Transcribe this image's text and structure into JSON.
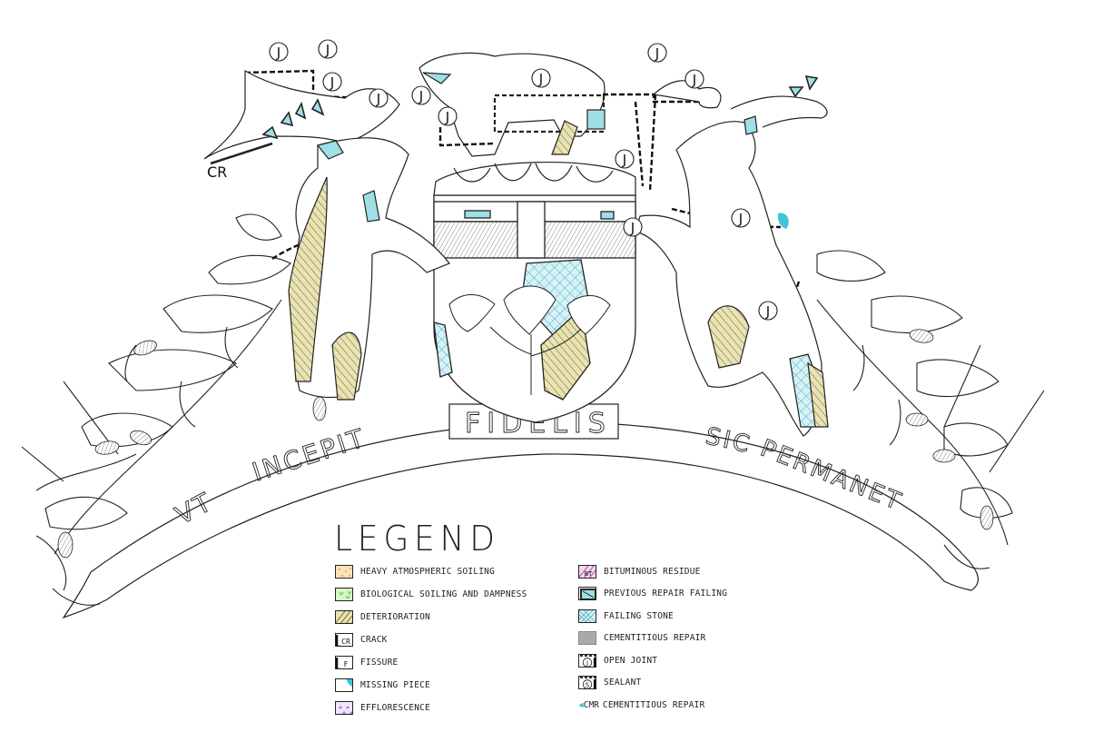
{
  "drawing": {
    "motto": [
      "VT",
      "INCEPIT",
      "FIDELIS",
      "SIC",
      "PERMANET"
    ],
    "annotation_cr": "CR",
    "joint_marker": "J"
  },
  "legend": {
    "title": "LEGEND",
    "left_column": [
      {
        "key": "heavy-atmospheric-soiling",
        "label": "HEAVY ATMOSPHERIC SOILING",
        "swatch": "dots",
        "fill": "#fbe3b8",
        "mark": "#e0a040"
      },
      {
        "key": "biological-soiling",
        "label": "BIOLOGICAL SOILING AND DAMPNESS",
        "swatch": "hearts",
        "fill": "#d8f5c8",
        "mark": "#5bbf3a"
      },
      {
        "key": "deterioration",
        "label": "DETERIORATION",
        "swatch": "hatch",
        "fill": "#e9e3b4",
        "mark": "#7a6a2a"
      },
      {
        "key": "crack",
        "label": "CRACK",
        "swatch": "code",
        "code": "CR",
        "fill": "#ffffff",
        "mark": "#111111"
      },
      {
        "key": "fissure",
        "label": "FISSURE",
        "swatch": "code",
        "code": "F",
        "fill": "#ffffff",
        "mark": "#111111"
      },
      {
        "key": "missing-piece",
        "label": "MISSING PIECE",
        "swatch": "corner",
        "fill": "#ffffff",
        "mark": "#3cc6d8"
      },
      {
        "key": "efflorescence",
        "label": "EFFLORESCENCE",
        "swatch": "triangles",
        "fill": "#f0e4fb",
        "mark": "#a46fd6"
      }
    ],
    "right_column": [
      {
        "key": "bituminous-residue",
        "label": "BITUMINOUS RESIDUE",
        "swatch": "bt",
        "code": "BT",
        "fill": "#f3d6ef",
        "mark": "#8a3a86"
      },
      {
        "key": "previous-repair-failing",
        "label": "PREVIOUS REPAIR FAILING",
        "swatch": "repair",
        "fill": "#9fdfe6",
        "mark": "#111111"
      },
      {
        "key": "failing-stone",
        "label": "FAILING STONE",
        "swatch": "crosshatch",
        "fill": "#d6f2f6",
        "mark": "#3aa8bd"
      },
      {
        "key": "cementitious-repair",
        "label": "CEMENTITIOUS REPAIR",
        "swatch": "solid",
        "fill": "#aaaaaa",
        "mark": "#aaaaaa"
      },
      {
        "key": "open-joint",
        "label": "OPEN JOINT",
        "swatch": "joint",
        "code": "J",
        "fill": "#ffffff",
        "mark": "#111111"
      },
      {
        "key": "sealant",
        "label": "SEALANT",
        "swatch": "joint",
        "code": "S",
        "fill": "#ffffff",
        "mark": "#111111"
      },
      {
        "key": "cmr",
        "label": "CEMENTITIOUS REPAIR",
        "swatch": "cmr",
        "code": "CMR",
        "fill": "#ffffff",
        "mark": "#3cc6d8"
      }
    ]
  }
}
